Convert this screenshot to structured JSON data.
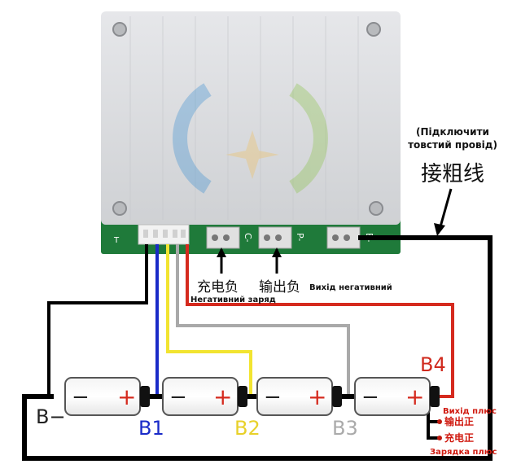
{
  "board": {
    "pins": {
      "t": "T",
      "c_minus": "C-",
      "p_minus": "P-",
      "b_minus": "B-"
    }
  },
  "annotations": {
    "thick_wire_ua": "(Підключити товстий провід)",
    "thick_wire_cn": "接粗线",
    "charge_negative_cn": "充电负",
    "charge_negative_ua": "Негативний заряд",
    "output_negative_cn": "输出负",
    "output_negative_ua": "Вихід негативний",
    "output_positive_ua": "Вихід плюс",
    "output_positive_cn": "输出正",
    "charge_positive_cn": "充电正",
    "charge_positive_ua": "Зарядка плюс"
  },
  "nodes": {
    "b_minus": "B−",
    "b1": "B1",
    "b2": "B2",
    "b3": "B3",
    "b4": "B4"
  },
  "cell_signs": {
    "minus": "−",
    "plus": "+"
  },
  "colors": {
    "wire_black": "#000000",
    "wire_blue": "#1a2bc8",
    "wire_yellow": "#f2e431",
    "wire_gray": "#a9a9a9",
    "wire_red": "#d52a1e",
    "board_green": "#1f7a3a",
    "heatsink": "#dcdde0",
    "label_b2": "#e8d12a",
    "label_b3": "#aaaaaa",
    "label_b4": "#d02a1e",
    "label_b1": "#1a2bc8",
    "label_red": "#d01a10"
  }
}
